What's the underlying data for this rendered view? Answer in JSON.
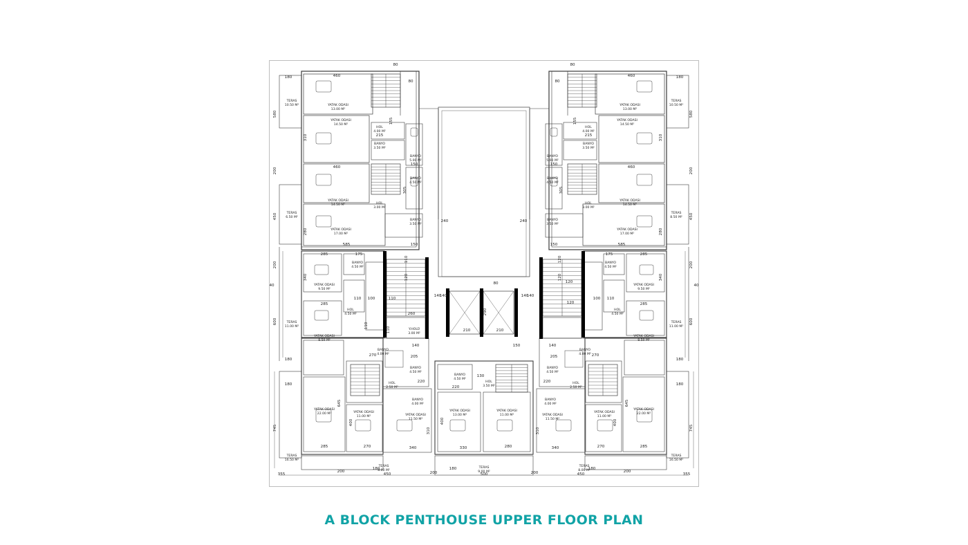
{
  "title": "A BLOCK PENTHOUSE UPPER FLOOR PLAN",
  "colors": {
    "title": "#11a3a6",
    "lines": "#3a3a3a",
    "walls": "#000000"
  },
  "rooms_left": [
    {
      "name": "TERAS",
      "area": "10.50 M²"
    },
    {
      "name": "YATAK ODASI",
      "area": "13.00 M²"
    },
    {
      "name": "YATAK ODASI",
      "area": "14.50 M²"
    },
    {
      "name": "HOL",
      "area": "4.00 M²"
    },
    {
      "name": "BANYO",
      "area": "3.50 M²"
    },
    {
      "name": "BANYO",
      "area": "5.00 M²"
    },
    {
      "name": "YATAK ODASI",
      "area": "14.50 M²"
    },
    {
      "name": "BANYO",
      "area": "4.50 M²"
    },
    {
      "name": "HOL",
      "area": "3.00 M²"
    },
    {
      "name": "TERAS",
      "area": "6.50 M²"
    },
    {
      "name": "YATAK ODASI",
      "area": "17.00 M²"
    },
    {
      "name": "BANYO",
      "area": "3.50 M²"
    },
    {
      "name": "BANYO",
      "area": "4.50 M²"
    },
    {
      "name": "YATAK ODASI",
      "area": "9.50 M²"
    },
    {
      "name": "HOL",
      "area": "4.50 M²"
    },
    {
      "name": "TERAS",
      "area": "11.00 M²"
    },
    {
      "name": "YATAK ODASI",
      "area": "8.50 M²"
    },
    {
      "name": "Y.HOLÜ",
      "area": "3.00 M²"
    },
    {
      "name": "BANYO",
      "area": "4.00 M²"
    },
    {
      "name": "BANYO",
      "area": "4.50 M²"
    },
    {
      "name": "HOL",
      "area": "2.50 M²"
    },
    {
      "name": "BANYO",
      "area": "4.00 M²"
    },
    {
      "name": "YATAK ODASI",
      "area": "22.00 M²"
    },
    {
      "name": "YATAK ODASI",
      "area": "11.00 M²"
    },
    {
      "name": "YATAK ODASI",
      "area": "11.50 M²"
    },
    {
      "name": "TERAS",
      "area": "16.50 M²"
    },
    {
      "name": "TERAS",
      "area": "8.00 M²"
    }
  ],
  "rooms_right": [
    {
      "name": "TERAS",
      "area": "10.50 M²"
    },
    {
      "name": "YATAK ODASI",
      "area": "13.00 M²"
    },
    {
      "name": "YATAK ODASI",
      "area": "14.50 M²"
    },
    {
      "name": "HOL",
      "area": "4.00 M²"
    },
    {
      "name": "BANYO",
      "area": "3.50 M²"
    },
    {
      "name": "BANYO",
      "area": "5.00 M²"
    },
    {
      "name": "YATAK ODASI",
      "area": "14.50 M²"
    },
    {
      "name": "BANYO",
      "area": "4.50 M²"
    },
    {
      "name": "HOL",
      "area": "3.00 M²"
    },
    {
      "name": "TERAS",
      "area": "8.50 M²"
    },
    {
      "name": "YATAK ODASI",
      "area": "17.00 M²"
    },
    {
      "name": "BANYO",
      "area": "3.50 M²"
    },
    {
      "name": "BANYO",
      "area": "4.50 M²"
    },
    {
      "name": "YATAK ODASI",
      "area": "9.50 M²"
    },
    {
      "name": "HOL",
      "area": "4.50 M²"
    },
    {
      "name": "TERAS",
      "area": "11.00 M²"
    },
    {
      "name": "YATAK ODASI",
      "area": "8.50 M²"
    },
    {
      "name": "BANYO",
      "area": "4.00 M²"
    },
    {
      "name": "BANYO",
      "area": "4.50 M²"
    },
    {
      "name": "HOL",
      "area": "2.50 M²"
    },
    {
      "name": "BANYO",
      "area": "4.00 M²"
    },
    {
      "name": "YATAK ODASI",
      "area": "22.00 M²"
    },
    {
      "name": "YATAK ODASI",
      "area": "11.00 M²"
    },
    {
      "name": "YATAK ODASI",
      "area": "11.50 M²"
    },
    {
      "name": "TERAS",
      "area": "16.50 M²"
    },
    {
      "name": "TERAS",
      "area": "8.00 M²"
    }
  ],
  "rooms_center": [
    {
      "name": "BANYO",
      "area": "4.50 M²"
    },
    {
      "name": "HOL",
      "area": "3.50 M²"
    },
    {
      "name": "YATAK ODASI",
      "area": "13.00 M²"
    },
    {
      "name": "YATAK ODASI",
      "area": "11.00 M²"
    },
    {
      "name": "TERAS",
      "area": "9.00 M²"
    }
  ],
  "dimensions": {
    "top_left": [
      "180",
      "460",
      "80",
      "80",
      "155",
      "215",
      "310",
      "150",
      "460",
      "305",
      "150",
      "585",
      "280",
      "580",
      "200",
      "450",
      "240"
    ],
    "top_right": [
      "180",
      "460",
      "80",
      "80",
      "155",
      "215",
      "310",
      "150",
      "460",
      "305",
      "150",
      "585",
      "280",
      "580",
      "200",
      "450",
      "240"
    ],
    "middle_left": [
      "285",
      "175",
      "200",
      "340",
      "110",
      "100",
      "110",
      "285",
      "260",
      "110",
      "600",
      "180",
      "40",
      "140",
      "120",
      "110",
      "110"
    ],
    "middle_right": [
      "285",
      "175",
      "200",
      "340",
      "110",
      "100",
      "120",
      "285",
      "120",
      "600",
      "180",
      "40",
      "140",
      "120",
      "120"
    ],
    "core": [
      "80",
      "210",
      "290",
      "210",
      "150",
      "140",
      "140"
    ],
    "bottom_left": [
      "140",
      "270",
      "205",
      "220",
      "180",
      "645",
      "745",
      "400",
      "310",
      "285",
      "270",
      "340",
      "355",
      "200",
      "180",
      "450",
      "200"
    ],
    "bottom_center": [
      "130",
      "220",
      "400",
      "330",
      "280",
      "180",
      "500"
    ],
    "bottom_right": [
      "140",
      "270",
      "205",
      "220",
      "180",
      "645",
      "745",
      "400",
      "310",
      "285",
      "270",
      "340",
      "355",
      "200",
      "180",
      "450",
      "200"
    ]
  }
}
